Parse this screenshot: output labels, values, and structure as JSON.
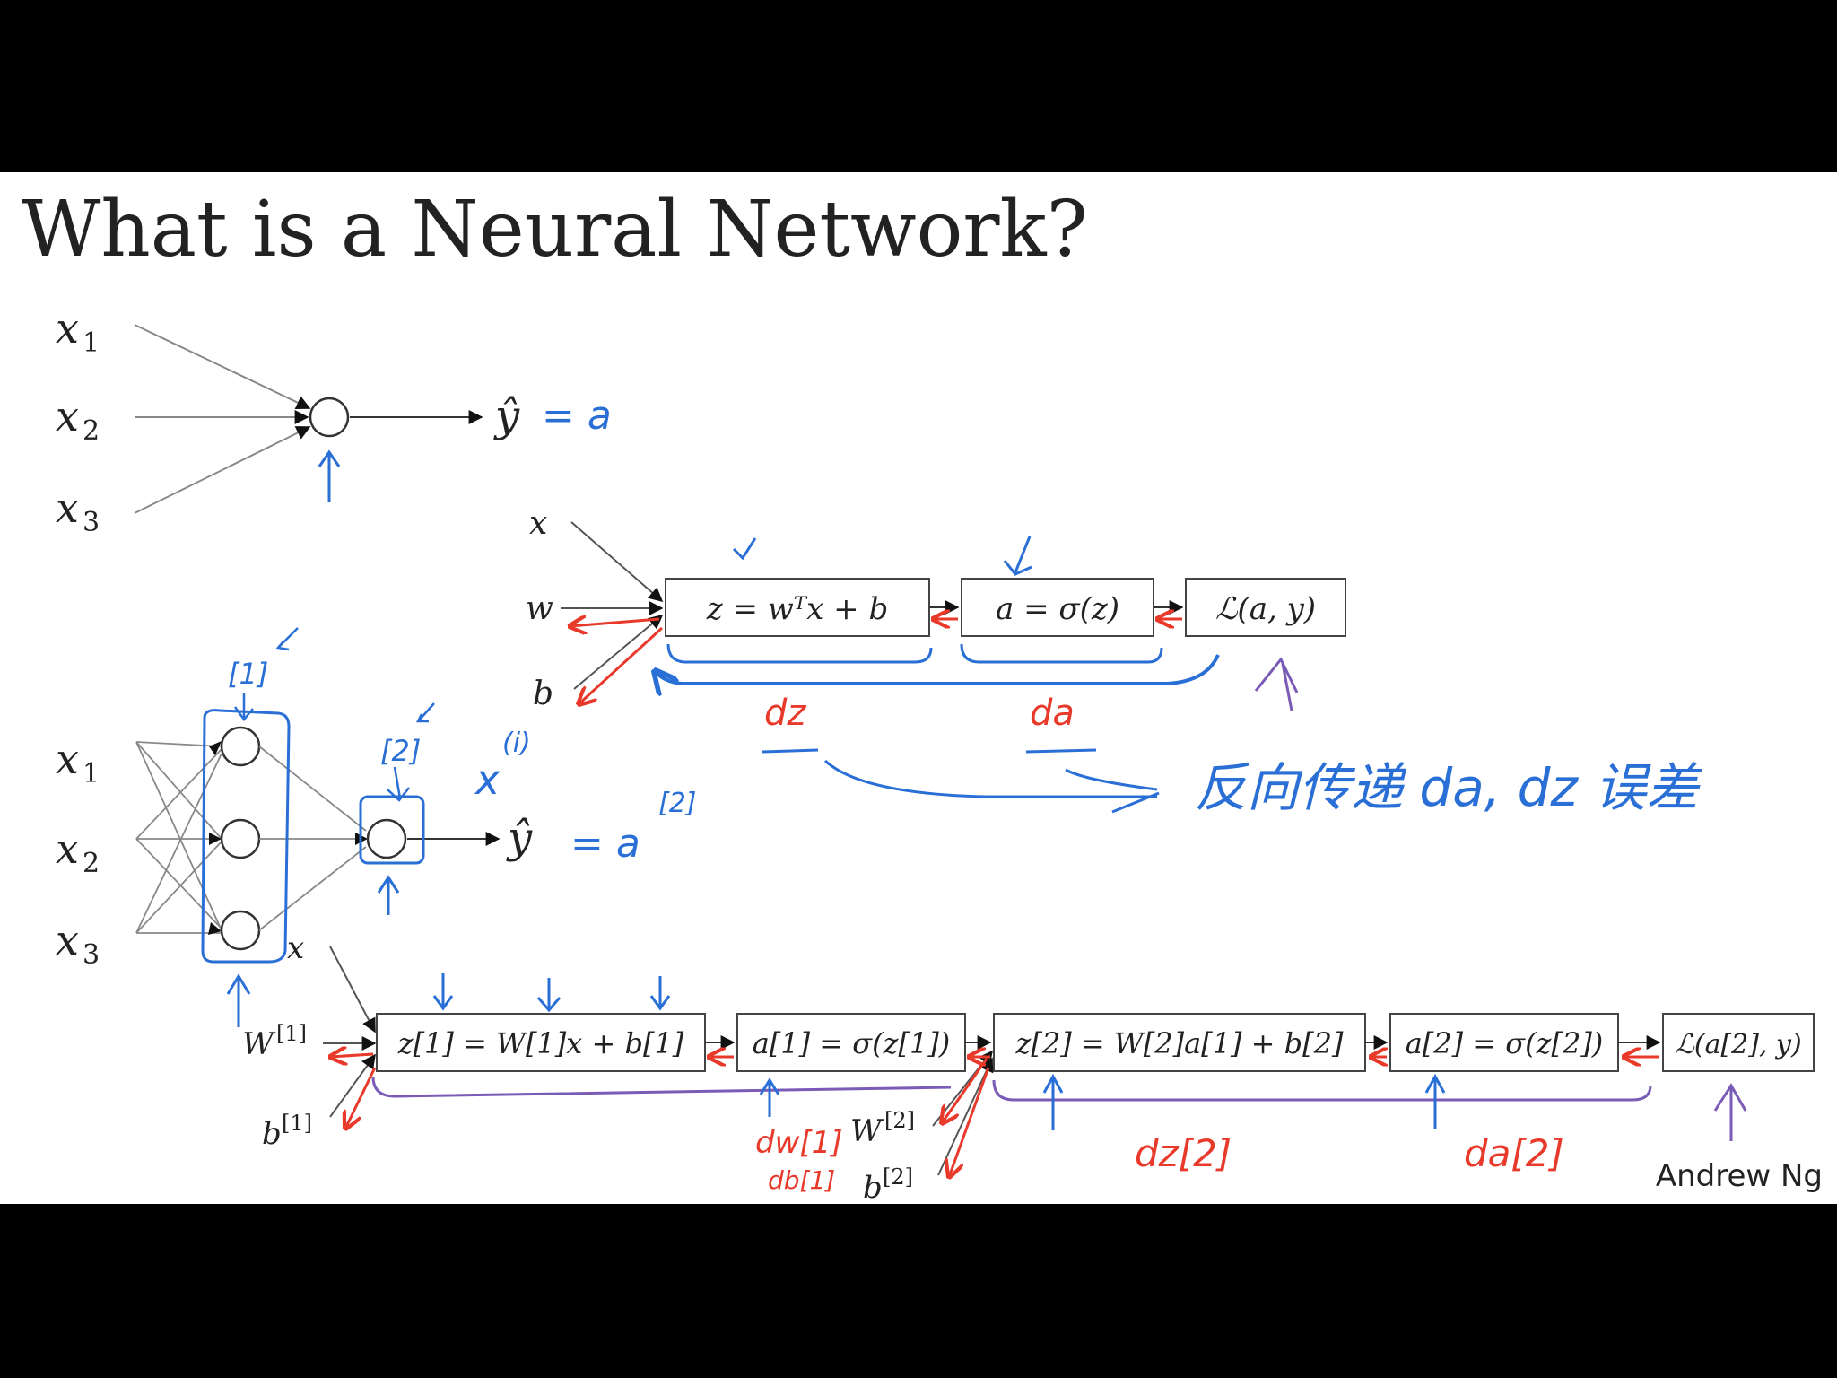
{
  "slide": {
    "title": "What is a Neural Network?",
    "author": "Andrew Ng"
  },
  "colors": {
    "ink": "#222222",
    "blue_ink": "#2a6fd6",
    "red_ink": "#e8392b",
    "purple_ink": "#7a5bb5",
    "slide_bg": "#ffffff",
    "letterbox": "#000000"
  },
  "single_neuron": {
    "inputs": [
      "x",
      "x",
      "x"
    ],
    "input_subs": [
      "1",
      "2",
      "3"
    ],
    "output_label": "ŷ",
    "output_note": "= a"
  },
  "graph_1": {
    "inputs": [
      "x",
      "w",
      "b"
    ],
    "boxes": [
      "z = wᵀx + b",
      "a = σ(z)",
      "ℒ(a, y)"
    ],
    "notes": {
      "dz": "dz",
      "da": "da",
      "caption": "反向传递 da, dz 误差"
    }
  },
  "two_layer": {
    "inputs": [
      "x",
      "x",
      "x"
    ],
    "input_subs": [
      "1",
      "2",
      "3"
    ],
    "layer1_tag": "[1]",
    "layer2_tag": "[2]",
    "xi_base": "x",
    "xi_sup": "(i)",
    "output_label": "ŷ",
    "output_note": "= a",
    "output_sup": "[2]"
  },
  "graph_2": {
    "x_label": "x",
    "param_labels": [
      "W",
      "b",
      "W",
      "b"
    ],
    "param_sups": [
      "[1]",
      "[1]",
      "[2]",
      "[2]"
    ],
    "boxes": [
      "z[1] = W[1]x + b[1]",
      "a[1] = σ(z[1])",
      "z[2] = W[2]a[1] + b[2]",
      "a[2] = σ(z[2])",
      "ℒ(a[2], y)"
    ],
    "notes": {
      "dw1": "dw[1]",
      "db1": "db[1]",
      "dz2": "dz[2]",
      "da2": "da[2]"
    }
  }
}
